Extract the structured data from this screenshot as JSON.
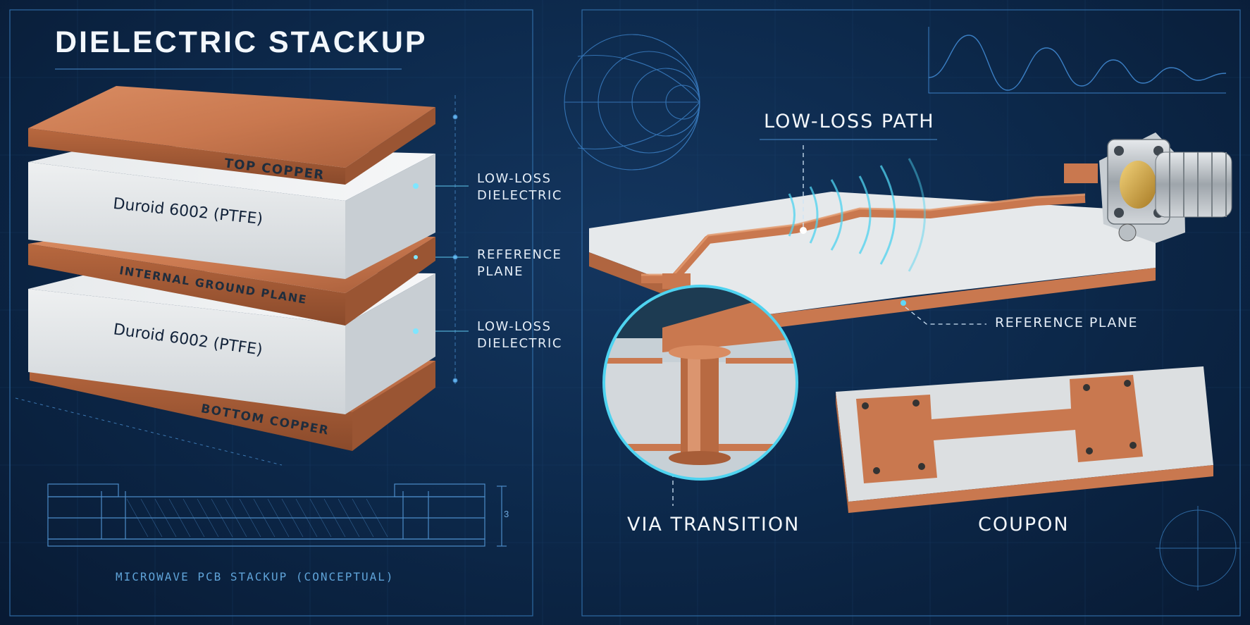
{
  "title": "DIELECTRIC STACKUP",
  "stack": {
    "top_copper": "TOP COPPER",
    "dielectric_1": "Duroid 6002 (PTFE)",
    "internal_ground": "INTERNAL GROUND PLANE",
    "dielectric_2": "Duroid 6002 (PTFE)",
    "bottom_copper": "BOTTOM COPPER"
  },
  "callouts": {
    "low_loss_1": [
      "LOW-LOSS",
      "DIELECTRIC"
    ],
    "reference_plane_1": [
      "REFERENCE",
      "PLANE"
    ],
    "low_loss_2": [
      "LOW-LOSS",
      "DIELECTRIC"
    ]
  },
  "drawing_dimension": "3",
  "caption": "MICROWAVE PCB STACKUP (CONCEPTUAL)",
  "right": {
    "low_loss_path": "LOW-LOSS PATH",
    "reference_plane": "REFERENCE PLANE",
    "via_transition": "VIA TRANSITION",
    "coupon": "COUPON"
  },
  "colors": {
    "background": "#0d2a4d",
    "copper": "#c9784f",
    "dielectric": "#dfe3e6",
    "accent": "#4fd3f0",
    "grid_line": "#2f6aa3"
  }
}
